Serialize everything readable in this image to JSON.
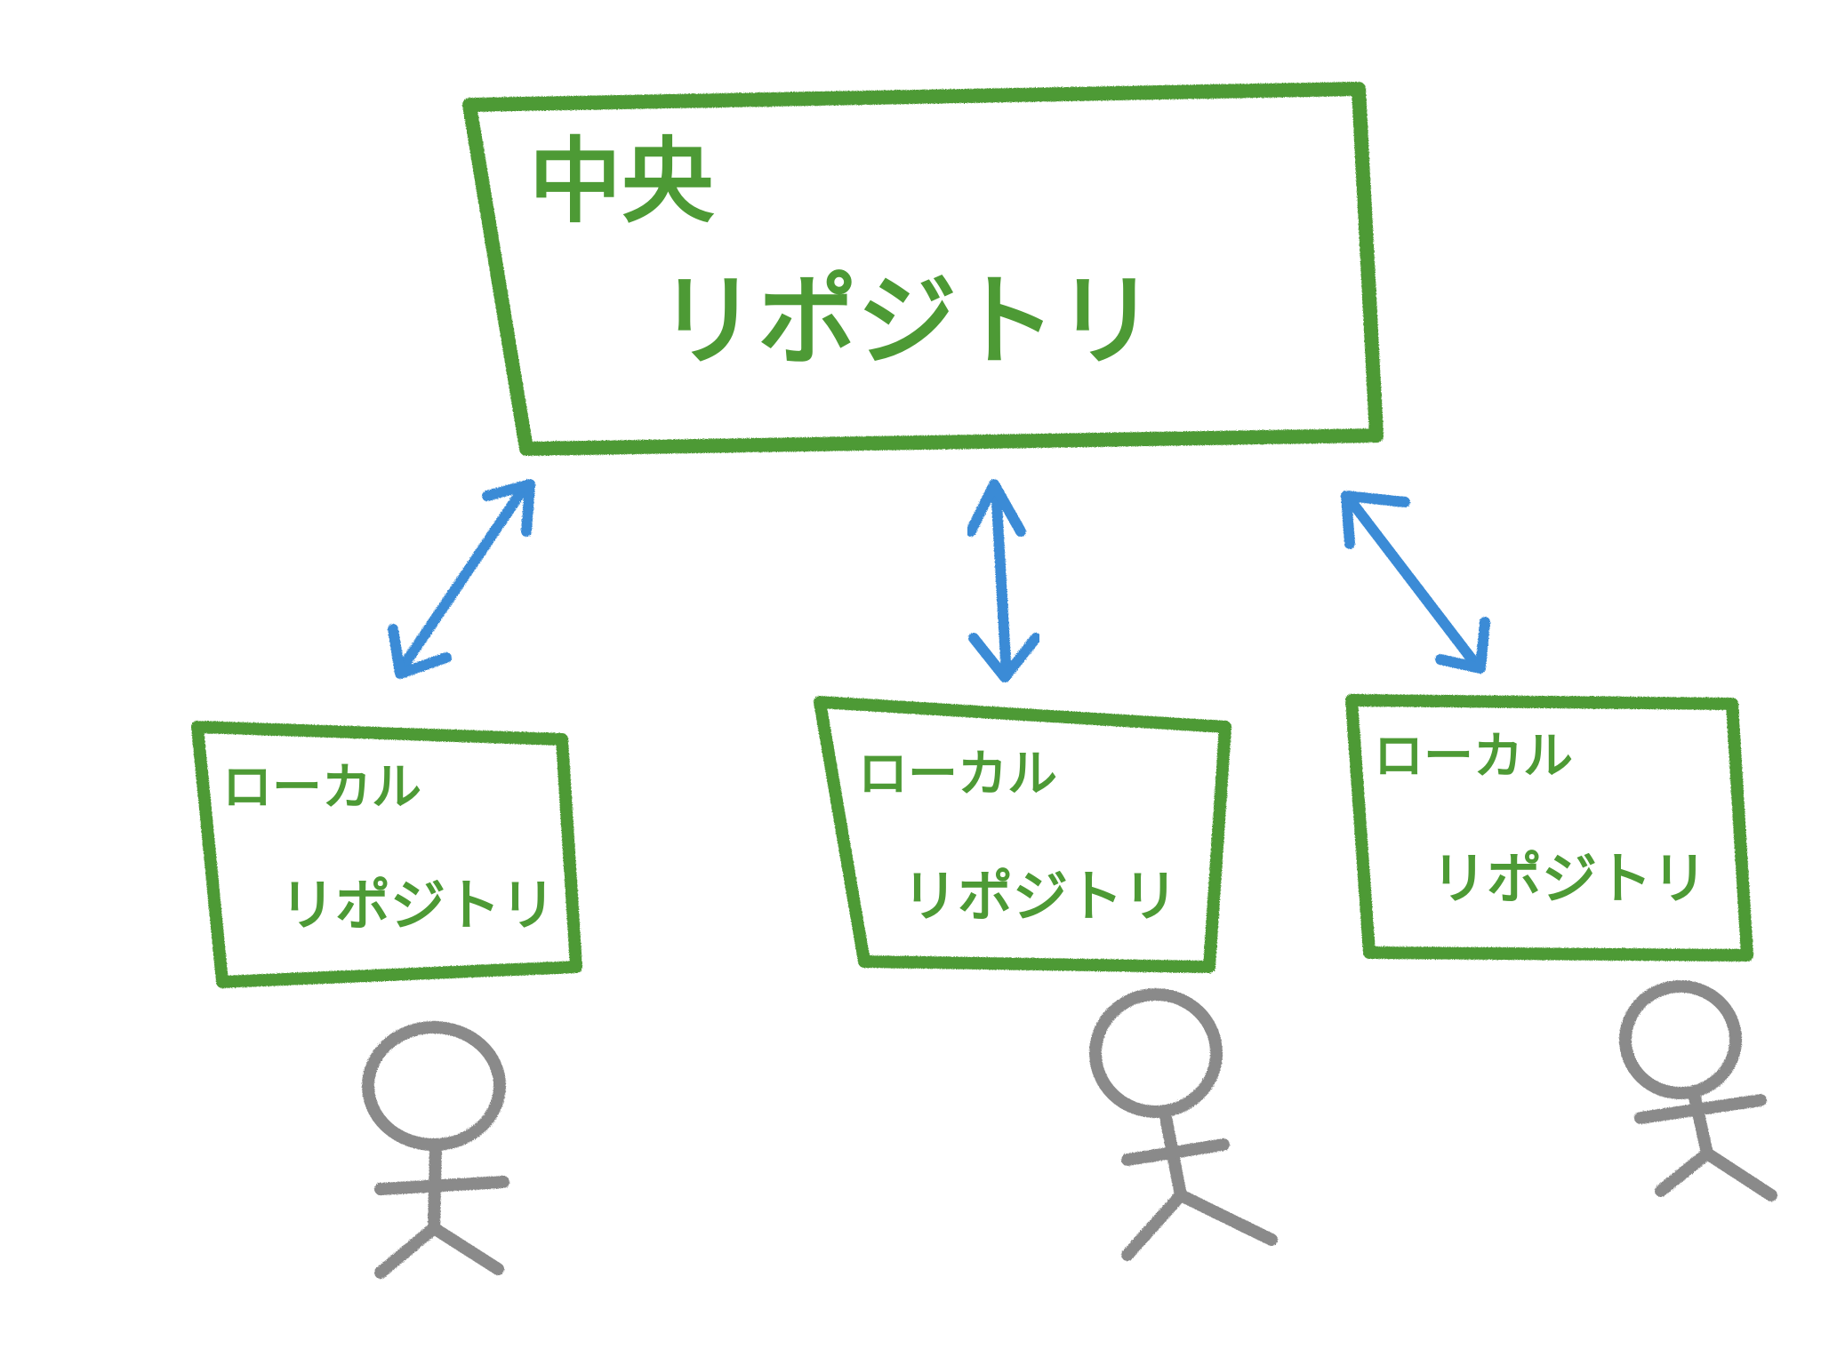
{
  "central_repo": {
    "line1": "中央",
    "line2": "リポジトリ"
  },
  "local_repos": [
    {
      "line1": "ローカル",
      "line2": "リポジトリ"
    },
    {
      "line1": "ローカル",
      "line2": "リポジトリ"
    },
    {
      "line1": "ローカル",
      "line2": "リポジトリ"
    }
  ],
  "colors": {
    "box": "#4d9a35",
    "arrow": "#3a8bd6",
    "person": "#8a8a8a"
  }
}
